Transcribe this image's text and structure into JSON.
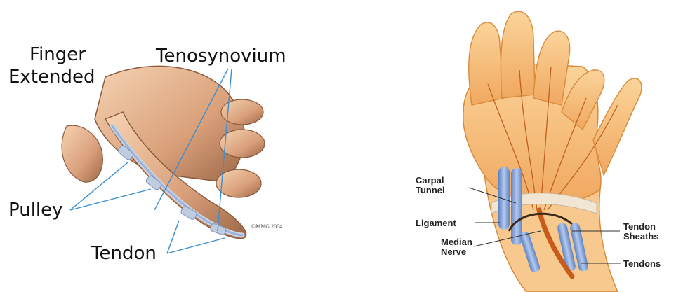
{
  "left_panel": {
    "labels": {
      "finger_line1": "Finger",
      "finger_line2": "Extended",
      "tenosynovium": "Tenosynovium",
      "pulley": "Pulley",
      "tendon": "Tendon"
    },
    "copyright": "©MMG 2004"
  },
  "right_panel": {
    "labels": {
      "carpal_line1": "Carpal",
      "carpal_line2": "Tunnel",
      "ligament": "Ligament",
      "median_line1": "Median",
      "median_line2": "Nerve",
      "sheaths_line1": "Tendon",
      "sheaths_line2": "Sheaths",
      "tendons": "Tendons"
    }
  },
  "colors": {
    "skin_light": "#f2c6a0",
    "skin_mid": "#d9a07a",
    "skin_dark": "#a86f4d",
    "hand_right": "#f5b86a",
    "hand_right_edge": "#d98a3a",
    "tendon_blue": "#8aa8d8",
    "nerve_orange": "#c85a1a",
    "leader_line": "#3a8fd0"
  }
}
